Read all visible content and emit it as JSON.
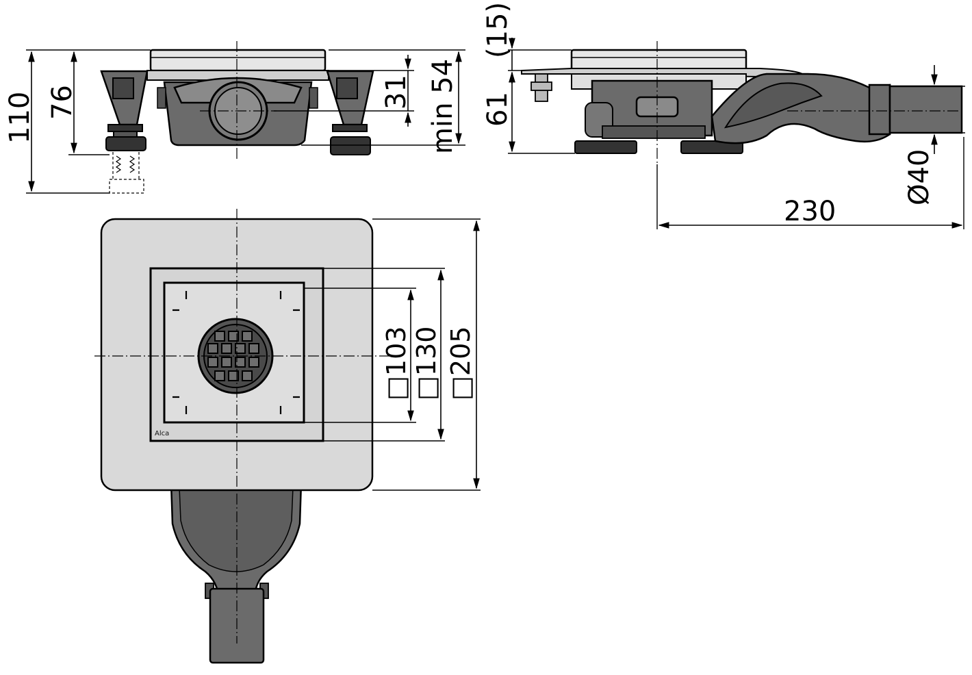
{
  "side_view_left": {
    "dims": {
      "overall_height": "110",
      "body_height": "76",
      "outlet_center": "31",
      "min_height": "min 54"
    }
  },
  "side_view_right": {
    "dims": {
      "grate_height": "(15)",
      "body_height": "61",
      "outlet_diameter": "Ø40",
      "overall_length": "230"
    }
  },
  "top_view": {
    "dims": {
      "inner_square": "□103",
      "mid_square": "□130",
      "outer_square": "□205"
    },
    "brand": "Alca"
  },
  "colors": {
    "body": "#6b6b6b",
    "plate": "#d9d9d9",
    "line": "#000000"
  }
}
